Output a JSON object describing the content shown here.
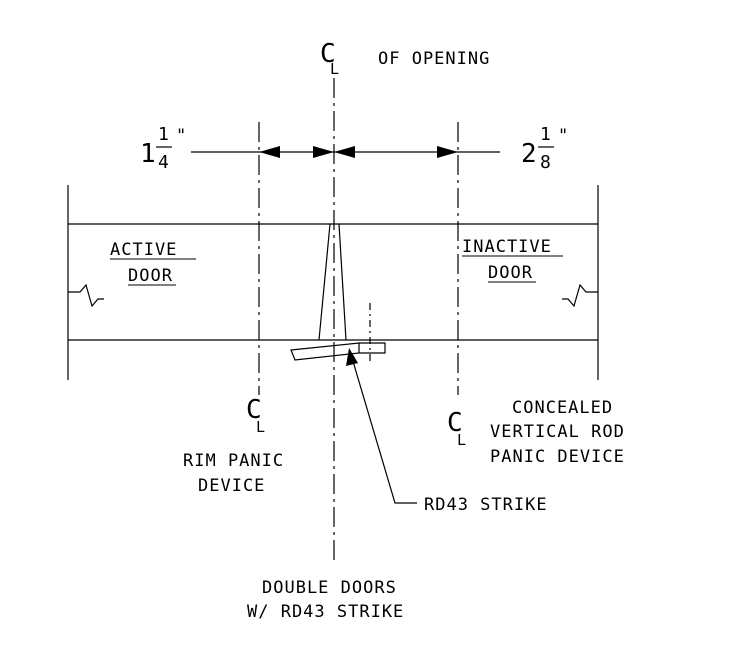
{
  "centerline_top": {
    "c_symbol": "C",
    "l_symbol": "L",
    "label": "OF OPENING"
  },
  "dim_left": {
    "whole": "1",
    "numerator": "1",
    "denominator": "4",
    "mark": "\""
  },
  "dim_right": {
    "whole": "2",
    "numerator": "1",
    "denominator": "8",
    "mark": "\""
  },
  "doors": {
    "active": [
      "ACTIVE",
      "DOOR"
    ],
    "inactive": [
      "INACTIVE",
      "DOOR"
    ]
  },
  "cl_left": {
    "c_symbol": "C",
    "l_symbol": "L",
    "label": [
      "RIM PANIC",
      "DEVICE"
    ]
  },
  "cl_right": {
    "c_symbol": "C",
    "l_symbol": "L",
    "label": [
      "CONCEALED",
      "VERTICAL ROD",
      "PANIC DEVICE"
    ]
  },
  "strike_label": "RD43 STRIKE",
  "caption": [
    "DOUBLE DOORS",
    "W/ RD43 STRIKE"
  ],
  "colors": {
    "line": "#000000",
    "background": "#ffffff"
  }
}
